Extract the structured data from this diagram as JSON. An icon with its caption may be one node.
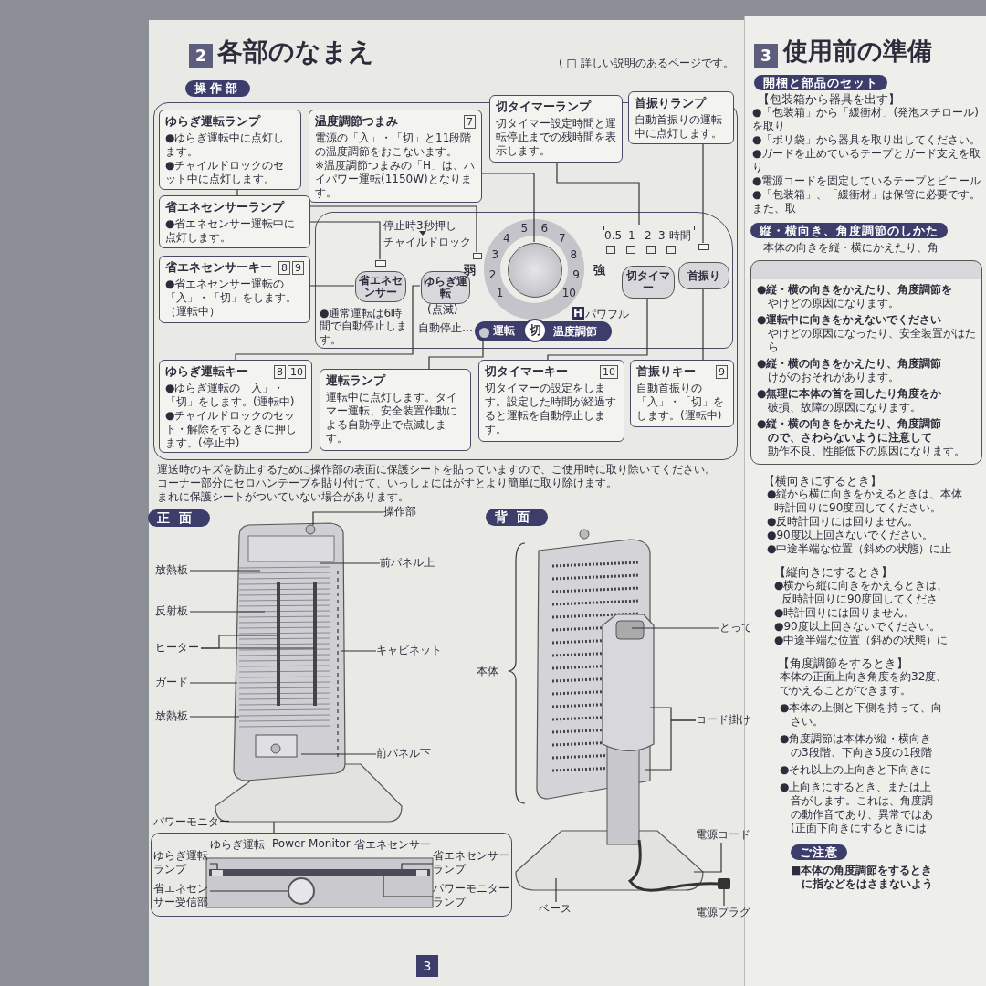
{
  "diagram": {
    "title": "各部のなまえ",
    "nodes": [
      {
        "text": [
          "ゆらぎ運転ランプ",
          "●ゆらぎ運転中に点灯します。",
          "●チャイルドロックのセット中に点灯します。"
        ]
      },
      {
        "text": [
          "温度調節つまみ",
          "7",
          "電源の「入」・「切」と11段階の温度調節をおこないます。",
          "※温度調節つまみの「H」は、ハイパワー運転(1150W)となります。"
        ]
      },
      {
        "text": [
          "切タイマーランプ",
          "切タイマー設定時間と運転停止までの残時間を表示します。"
        ]
      },
      {
        "text": [
          "首振りランプ",
          "自動首振りの運転中に点灯します。"
        ]
      },
      {
        "text": [
          "省エネセンサーランプ",
          "●省エネセンサー運転中に点灯します。"
        ]
      },
      {
        "text": [
          "省エネセンサーキー",
          "8",
          "9",
          "●省エネセンサー運転の「入」・「切」をします。（運転中）"
        ]
      },
      {
        "text": [
          "ゆらぎ運転キー",
          "8",
          "10",
          "●ゆらぎ運転の「入」・「切」をします。(運転中)",
          "●チャイルドロックのセット・解除をするときに押します。(停止中)"
        ]
      },
      {
        "text": [
          "運転ランプ",
          "運転中に点灯します。タイマー運転、安全装置作動による自動停止で点滅します。"
        ]
      },
      {
        "text": [
          "切タイマーキー",
          "10",
          "切タイマーの設定をします。設定した時間が経過すると運転を自動停止します。"
        ]
      },
      {
        "text": [
          "首振りキー",
          "9",
          "自動首振りの「入」・「切」をします。(運転中)"
        ]
      },
      {
        "text": [],
        "shape": "box"
      },
      {
        "text": [],
        "shape": "box",
        "in": 10
      },
      {
        "text": [],
        "shape": "box",
        "in": 10
      },
      {
        "text": [
          "省エネセンサー"
        ],
        "in": 10
      },
      {
        "text": [
          "ゆらぎ運転"
        ],
        "in": 10
      },
      {
        "text": [],
        "shape": "circle",
        "in": 10
      },
      {
        "text": [],
        "shape": "box",
        "in": 10
      },
      {
        "text": [
          "切タイマー"
        ],
        "in": 10
      },
      {
        "text": [],
        "shape": "box",
        "in": 10
      },
      {
        "text": [
          "首振り"
        ],
        "in": 10
      },
      {
        "text": [],
        "shape": "circle",
        "in": 10
      },
      {
        "text": [
          "操作部"
        ]
      },
      {
        "text": [
          "前パネル上"
        ]
      },
      {
        "text": [
          "放熱板"
        ]
      },
      {
        "text": [
          "反射板"
        ]
      },
      {
        "text": [
          "ヒーター"
        ]
      },
      {
        "text": [
          "キャビネット"
        ]
      },
      {
        "text": [
          "ガード"
        ]
      },
      {
        "text": [
          "放熱板"
        ]
      },
      {
        "text": [
          "前パネル下"
        ]
      },
      {
        "text": [
          "ゆらぎ運転ランプ"
        ]
      },
      {
        "text": [
          "省エネセンサー受信部"
        ]
      },
      {
        "text": [
          "省エネセンサーランプ"
        ]
      },
      {
        "text": [
          "パワーモニターランプ"
        ]
      },
      {
        "text": [
          "とって"
        ]
      },
      {
        "text": [
          "コード掛け"
        ]
      },
      {
        "text": [
          "電源コード"
        ]
      },
      {
        "text": [
          "電源プラグ"
        ]
      },
      {
        "text": [
          "ベース"
        ]
      },
      {
        "text": [],
        "shape": "box"
      }
    ],
    "edges": [
      {
        "from": 0,
        "to": 11,
        "arrow": "none"
      },
      {
        "from": 1,
        "to": 15,
        "arrow": "none"
      },
      {
        "from": 2,
        "to": 16,
        "arrow": "none"
      },
      {
        "from": 3,
        "to": 18,
        "arrow": "none"
      },
      {
        "from": 4,
        "to": 12,
        "arrow": "none"
      },
      {
        "from": 5,
        "to": 13,
        "arrow": "none"
      },
      {
        "from": 6,
        "to": 14,
        "arrow": "none"
      },
      {
        "from": 7,
        "to": 20,
        "arrow": "none"
      },
      {
        "from": 8,
        "to": 17,
        "arrow": "none"
      },
      {
        "from": 9,
        "to": 19,
        "arrow": "none"
      },
      {
        "from": 21,
        "to": null,
        "arrow": "none"
      },
      {
        "from": 22,
        "to": null,
        "arrow": "none"
      },
      {
        "from": 23,
        "to": null,
        "arrow": "none"
      },
      {
        "from": 24,
        "to": null,
        "arrow": "none"
      },
      {
        "from": 25,
        "to": null,
        "arrow": "none"
      },
      {
        "from": 25,
        "to": null,
        "arrow": "none"
      },
      {
        "from": 26,
        "to": null,
        "arrow": "none"
      },
      {
        "from": 27,
        "to": null,
        "arrow": "none"
      },
      {
        "from": 28,
        "to": null,
        "arrow": "none"
      },
      {
        "from": 29,
        "to": null,
        "arrow": "none"
      },
      {
        "from": 30,
        "to": null,
        "arrow": "none"
      },
      {
        "from": 31,
        "to": null,
        "arrow": "none"
      },
      {
        "from": 32,
        "to": null,
        "arrow": "none"
      },
      {
        "from": 33,
        "to": null,
        "arrow": "none"
      },
      {
        "from": 34,
        "to": null,
        "arrow": "none"
      },
      {
        "from": 35,
        "to": null,
        "arrow": "none"
      },
      {
        "from": 35,
        "to": null,
        "arrow": "none"
      },
      {
        "from": 36,
        "to": null,
        "arrow": "none"
      },
      {
        "from": 37,
        "to": 39,
        "arrow": "none"
      },
      {
        "from": 38,
        "to": null,
        "arrow": "none"
      }
    ],
    "labels": [
      "2",
      "( □ 詳しい説明のあるページです。",
      "操作部",
      "停止時3秒押し",
      "チャイルドロック",
      "弱",
      "1",
      "2",
      "3",
      "4",
      "5",
      "6",
      "7",
      "8",
      "9",
      "10",
      "H",
      "パワフル",
      "強",
      "0.5",
      "1",
      "2",
      "3",
      "時間",
      "●通常運転は6時間で自動停止します。",
      "(点滅)",
      "自動停止…",
      "運転",
      "切",
      "温度調節",
      "運送時のキズを防止するために操作部の表面に保護シートを貼っていますので、ご使用時に取り除いてください。",
      "コーナー部分にセロハンテープを貼り付けて、いっしょにはがすとより簡単に取り除けます。",
      "まれに保護シートがついていない場合があります。",
      "正面",
      "背面",
      "パワーモニター",
      "ゆらぎ運転",
      "Power Monitor",
      "省エネセンサー",
      "本体",
      "3",
      "3",
      "開梱と部品のセット",
      "【包装箱から器具を出す】",
      "●「包装箱」から「緩衝材」(発泡スチロール)を取り",
      "●「ポリ袋」から器具を取り出してください。",
      "●ガードを止めているテープとガード支えを取り",
      "●電源コードを固定しているテープとビニール",
      "●「包装箱」、「緩衝材」は保管に必要です。また、取",
      "縦・横向き、角度調節のしかた",
      "本体の向きを縦・横にかえたり、角",
      "●縦・横の向きをかえたり、角度調節を",
      "やけどの原因になります。",
      "●運転中に向きをかえないでください",
      "やけどの原因になったり、安全装置がはたら",
      "●縦・横の向きをかえたり、角度調節",
      "けがのおそれがあります。",
      "●無理に本体の首を回したり角度をか",
      "破損、故障の原因になります。",
      "●縦・横の向きをかえたり、角度調節",
      "ので、さわらないように注意して",
      "動作不良、性能低下の原因になります。",
      "【横向きにするとき】",
      "●縦から横に向きをかえるときは、本体",
      "時計回りに90度回してください。",
      "●反時計回りには回りません。",
      "●90度以上回さないでください。",
      "●中途半端な位置（斜めの状態）に止",
      "【縦向きにするとき】",
      "●横から縦に向きをかえるときは、",
      "反時計回りに90度回してくださ",
      "●時計回りには回りません。",
      "●90度以上回さないでください。",
      "●中途半端な位置（斜めの状態）に",
      "【角度調節をするとき】",
      "本体の正面上向き角度を約32度、",
      "でかえることができます。",
      "●本体の上側と下側を持って、向",
      "さい。",
      "●角度調節は本体が縦・横向き",
      "の3段階、下向き5度の1段階",
      "●それ以上の上向きと下向きに",
      "●上向きにするとき、または上",
      "音がします。これは、角度調",
      "の動作音であり、異常ではあ",
      "(正面下向きにするときには",
      "ご注意",
      "■本体の角度調節をするとき",
      "に指などをはさまないよう",
      "使用前の準備"
    ]
  }
}
